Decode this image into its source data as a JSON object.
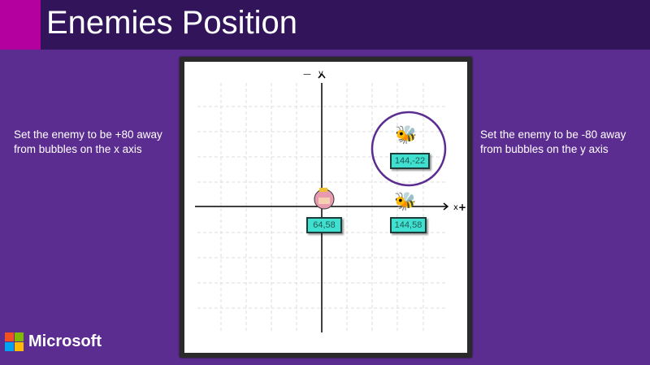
{
  "slide": {
    "title": "Enemies Position",
    "left_note": "Set the enemy to be +80 away from bubbles on the x axis",
    "right_note": "Set the enemy to be -80 away from bubbles on the y axis"
  },
  "board": {
    "x_axis_label": "x",
    "y_axis_label": "y",
    "x_sign": "+",
    "y_sign": "—",
    "player": {
      "name": "bubbles",
      "label": "64,58"
    },
    "enemies": [
      {
        "label": "144,58",
        "icon": "bee-icon"
      },
      {
        "label": "144,-22",
        "icon": "bee-icon",
        "highlighted": true
      }
    ]
  },
  "branding": {
    "logo_text": "Microsoft"
  },
  "colors": {
    "background": "#5c2d91",
    "header": "#32145a",
    "accent": "#b4009e",
    "label_fill": "#40e0d0",
    "highlight_circle": "#5c2d91"
  }
}
